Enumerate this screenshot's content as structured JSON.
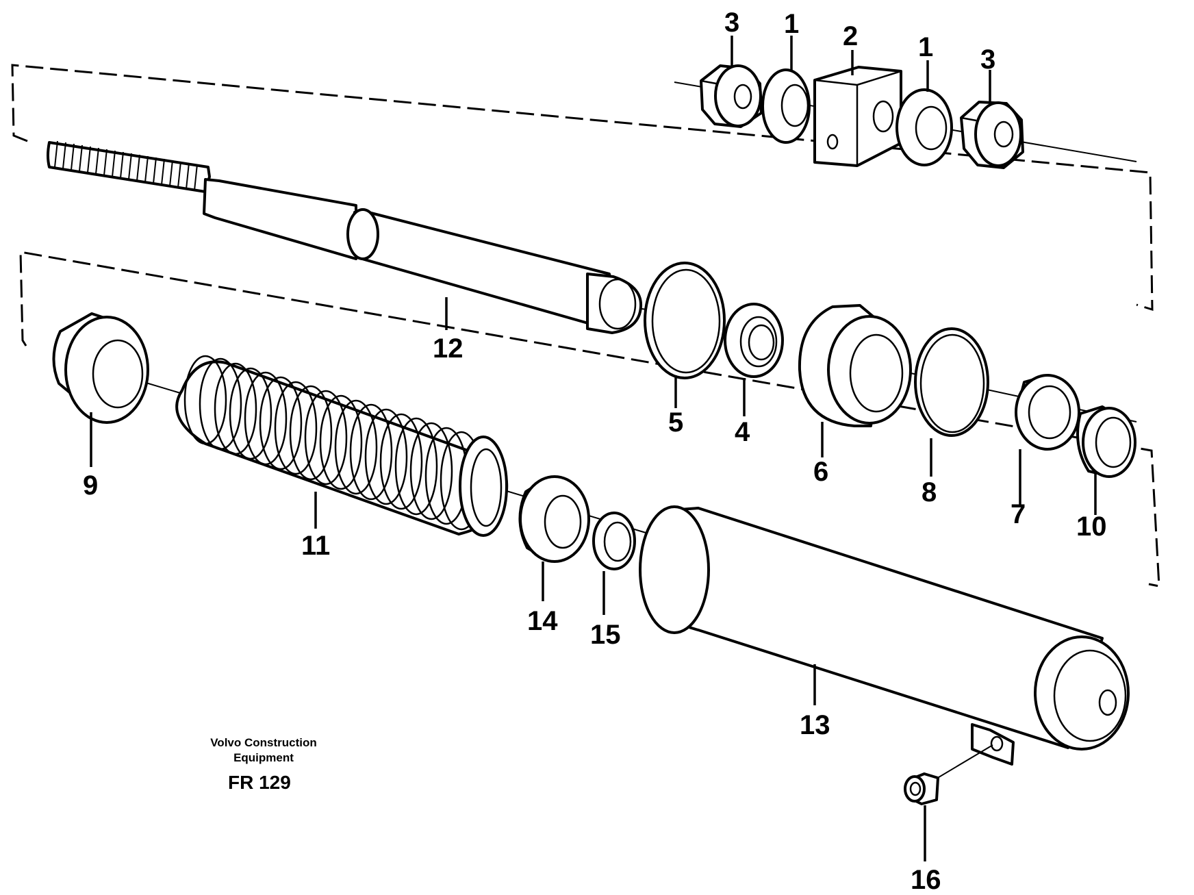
{
  "diagram": {
    "caption": {
      "line1": "Volvo Construction",
      "line2": "Equipment",
      "code": "FR 129"
    },
    "labels": {
      "p1a": "1",
      "p1b": "1",
      "p2": "2",
      "p3a": "3",
      "p3b": "3",
      "p4": "4",
      "p5": "5",
      "p6": "6",
      "p7": "7",
      "p8": "8",
      "p9": "9",
      "p10": "10",
      "p11": "11",
      "p12": "12",
      "p13": "13",
      "p14": "14",
      "p15": "15",
      "p16": "16"
    }
  }
}
